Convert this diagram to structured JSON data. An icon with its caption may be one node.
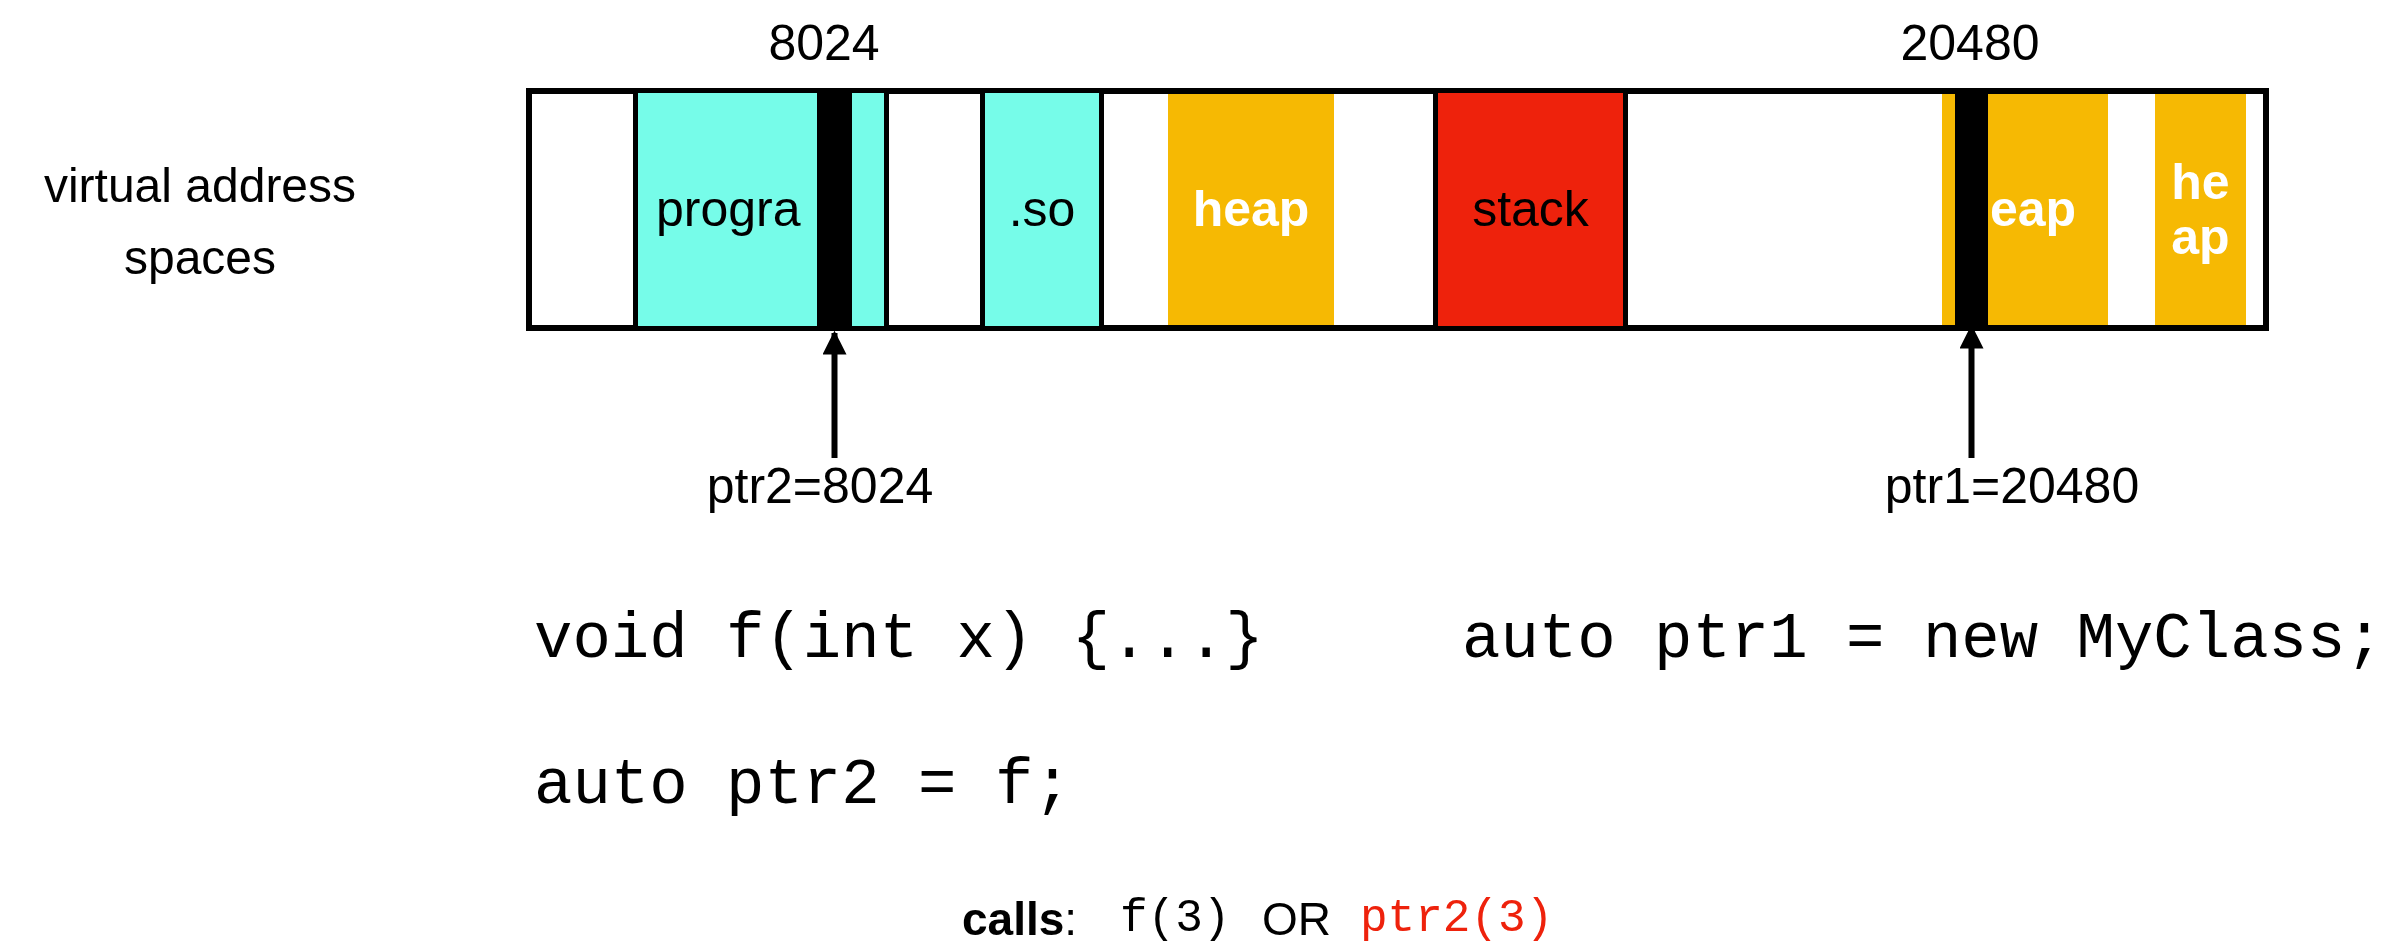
{
  "diagram": {
    "nodes": [
      {
        "text": [],
        "shape": "box"
      },
      {
        "text": [
          "progra"
        ],
        "in": 0
      },
      {
        "text": [],
        "shape": "bar",
        "in": 1
      },
      {
        "text": [
          ".so"
        ],
        "in": 0
      },
      {
        "text": [
          "heap"
        ],
        "in": 0
      },
      {
        "text": [
          "stack"
        ],
        "in": 0
      },
      {
        "text": [
          "eap"
        ],
        "in": 0
      },
      {
        "text": [],
        "shape": "bar",
        "in": 6
      },
      {
        "text": [
          "heap"
        ],
        "in": 0
      },
      {
        "text": [
          "ptr2=8024"
        ]
      },
      {
        "text": [
          "ptr1=20480"
        ]
      }
    ],
    "edges": [
      {
        "from": 9,
        "to": 2,
        "arrow": "to"
      },
      {
        "from": 10,
        "to": 7,
        "arrow": "to"
      }
    ],
    "labels": [
      "virtual address spaces",
      "8024",
      "20480",
      "void f(int x) {...}",
      "auto ptr1 = new MyClass;",
      "auto ptr2 = f;",
      "**calls**:",
      "f(3)",
      "OR",
      "ptr2(3)"
    ]
  }
}
